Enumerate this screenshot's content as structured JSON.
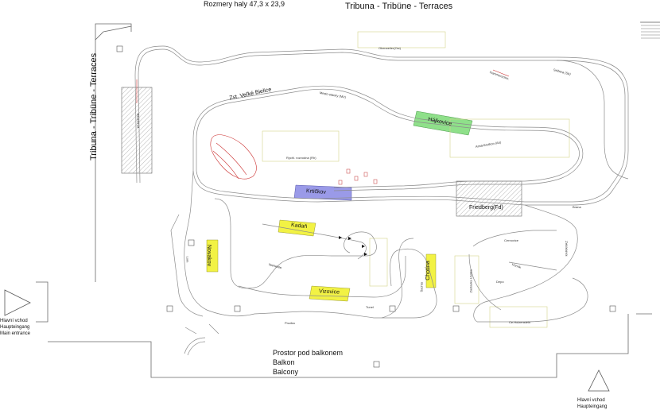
{
  "header": {
    "hall_size": "Rozmery haly  47,3 x 23,9",
    "grandstand": "Tribuna - Tribüne - Terraces"
  },
  "side": {
    "grandstand_vertical": "Tribuna - Tribüne - Terraces"
  },
  "entrances": {
    "left_line1": "Hlavní vchod",
    "left_line2": "Haupteingang",
    "left_line3": "Main entrance",
    "right_line1": "Hlavní vchod",
    "right_line2": "Haupteingang"
  },
  "balcony": {
    "line1": "Prostor pod balkonem",
    "line2": "Balkon",
    "line3": "Balcony"
  },
  "stations": {
    "velke_bielice": "Zst. Veľké Bielice",
    "hajicovice": "Hájkovice",
    "krtickov": "Krtičkov",
    "friedberg": "Friedberg(Fd)",
    "kadan": "Kadaň",
    "novakov": "Novakov",
    "vizovice": "Vizovice",
    "chotina": "Chotína"
  },
  "small_labels": {
    "oberweiler": "Oberweiler(Ow)",
    "mesto": "Mesto-stanky (MV)",
    "seibera": "Seibera (Sb)",
    "ansa": "Ansa-Erstkon (Ae)",
    "rychl": "Rychl. rozvodna (Rh)",
    "prudka": "Prudka",
    "ce_holzenstein": "Ce.Holzenstein",
    "karamaz": "KARAMAZ",
    "zastavka": "Zastavka Lhotka",
    "cernovice": "Cernovice",
    "hornik": "Horník",
    "depo": "Depo",
    "hammerer": "Hammerschm.",
    "brana": "Brana",
    "namesti": "Nameštie",
    "baumer": "Bauernhof",
    "lom": "Lom",
    "tunel": "Tunel",
    "sachta": "Šachta"
  },
  "colors": {
    "wall": "#6a6a6a",
    "track": "#8c8c8c",
    "green": "#8fe08a",
    "blue": "#9a9ae8",
    "yellow": "#f2f244",
    "red": "#cc3333"
  }
}
